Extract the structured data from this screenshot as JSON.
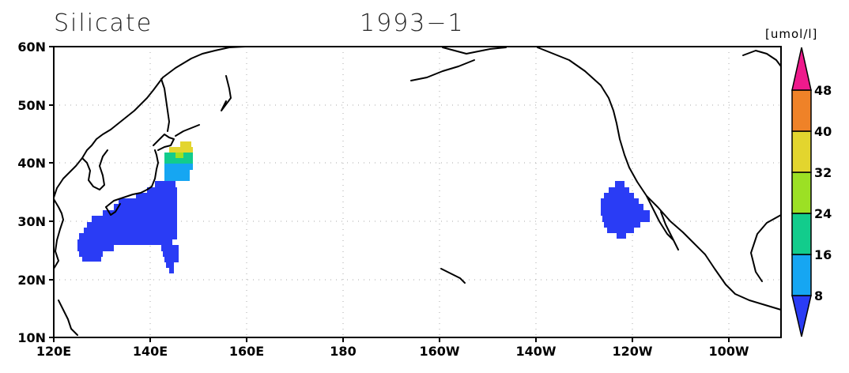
{
  "map": {
    "variable": "Silicate",
    "period": "1993−1",
    "units": "[umol/l]",
    "lon_labels": [
      "120E",
      "140E",
      "160E",
      "180",
      "160W",
      "140W",
      "120W",
      "100W"
    ],
    "lat_labels": [
      "60N",
      "50N",
      "40N",
      "30N",
      "20N",
      "10N"
    ],
    "lon_range": [
      120,
      270
    ],
    "lat_range": [
      10,
      60
    ],
    "grid": "dotted"
  },
  "colorbar": {
    "levels": [
      "8",
      "16",
      "24",
      "32",
      "40",
      "48"
    ],
    "colors": [
      "#2a3cf5",
      "#16a6f2",
      "#12cc8c",
      "#9ce024",
      "#e3d52e",
      "#ef8228",
      "#ee1a8c"
    ]
  },
  "regions": [
    {
      "name": "west-pacific-low-silicate",
      "class": "<8",
      "color": "#2a3cf5"
    },
    {
      "name": "east-pacific-low-silicate",
      "class": "<8",
      "color": "#2a3cf5"
    },
    {
      "name": "kuril-8-16",
      "class": "8-16",
      "color": "#16a6f2"
    },
    {
      "name": "kuril-16-24",
      "class": "16-24",
      "color": "#12cc8c"
    },
    {
      "name": "kuril-24-32",
      "class": "24-32",
      "color": "#9ce024"
    },
    {
      "name": "kuril-32-40",
      "class": "32-40",
      "color": "#e3d52e"
    }
  ]
}
